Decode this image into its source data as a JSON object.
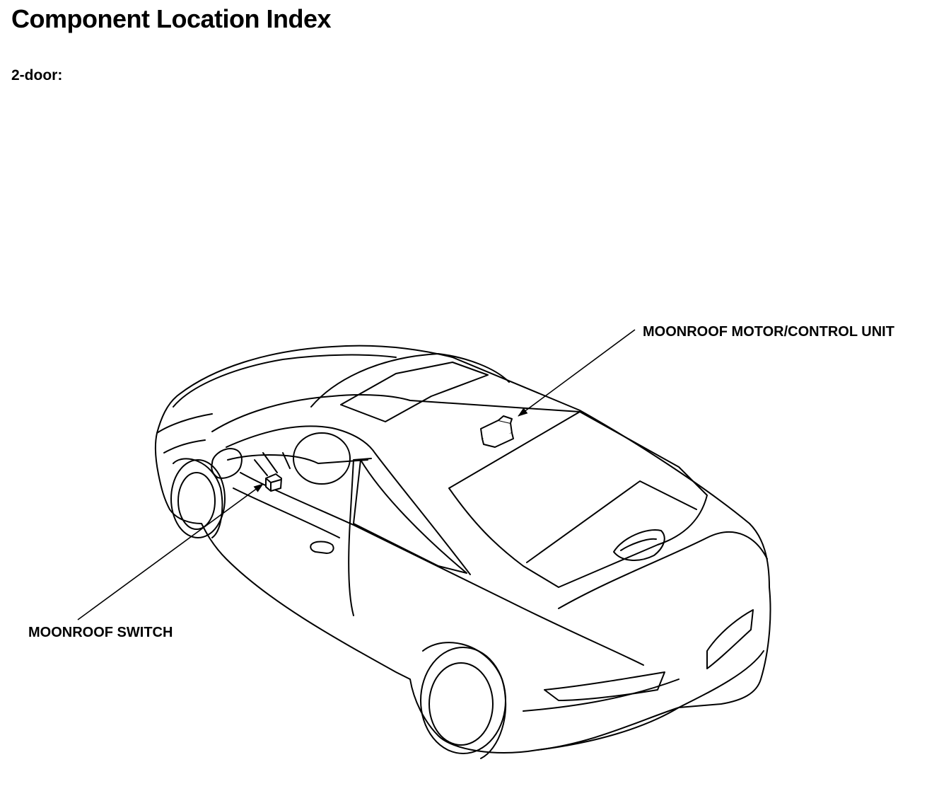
{
  "header": {
    "title": "Component Location Index",
    "variant_label": "2-door:"
  },
  "diagram": {
    "callouts": {
      "motor_unit": "MOONROOF MOTOR/CONTROL UNIT",
      "switch": "MOONROOF SWITCH"
    },
    "line_color": "#000000",
    "background_color": "#ffffff"
  }
}
